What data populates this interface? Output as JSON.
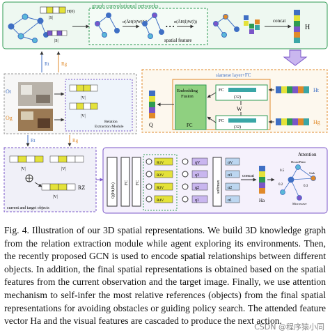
{
  "figure": {
    "gcn_title": "graph convolutional networks",
    "sigma1": "σ(ÂH(0)W(0))",
    "sigma2": "σ(ÂH(l)W(l))",
    "ellipsis": "• • •",
    "spatial_feature": "spatial feature",
    "concat_top": "concat",
    "h_label": "H",
    "h0_label": "H(0)",
    "s_label": "|S|",
    "rt": "Rt",
    "rg": "Rg",
    "ot": "Ot",
    "og": "Og",
    "v_label": "|V|",
    "relation_module": "Relation\nExtraction Module",
    "siamese_title": "siamese layer+FC",
    "embedding_fusion": "Embedding\nFusion",
    "fc": "FC",
    "fc32": "(32)",
    "w_label": "W",
    "ht": "Ht",
    "hg": "Hg",
    "q_label": "Q",
    "current_target": "current and target objects",
    "rz": "RZ",
    "q_ht_hg": "Q(Ht,Hz)",
    "attention": "Attention",
    "r_items": [
      "R1V",
      "R2V",
      "R3V",
      "R4V"
    ],
    "q_items": [
      "qV",
      "q3",
      "q2",
      "q1"
    ],
    "alpha_items": [
      "αV",
      "α3",
      "α2",
      "α1"
    ],
    "softmax": "softmax",
    "concat_bottom": "concat",
    "ha": "Ha",
    "graph_labels": [
      "HousePlant",
      "Sink",
      "Microwave"
    ],
    "graph_weights": [
      "0.5",
      "0.3",
      "0.2"
    ]
  },
  "caption": "Fig. 4.  Illustration of our 3D spatial representations. We build 3D knowledge graph from the relation extraction module while agent exploring its environments. Then, the recently proposed GCN is used to encode spatial relationships between different objects. In addition, the final spatial representations is obtained based on the spatial features from the current observation and the target image. Finally, we use attention mechanism to self-infer the most relative references (objects) from the final spatial representations for avoiding obstacles or guiding policy search. The attended feature vector Ha and the visual features are cascaded to produce the next action.",
  "watermark": "CSDN @程序猿小同",
  "colors": {
    "green": "#2e9a52",
    "purple": "#7a56c8",
    "orange": "#e08a2a",
    "yellow": "#e4e23a",
    "teal": "#3aa6a6",
    "blue": "#3f6fc4"
  }
}
